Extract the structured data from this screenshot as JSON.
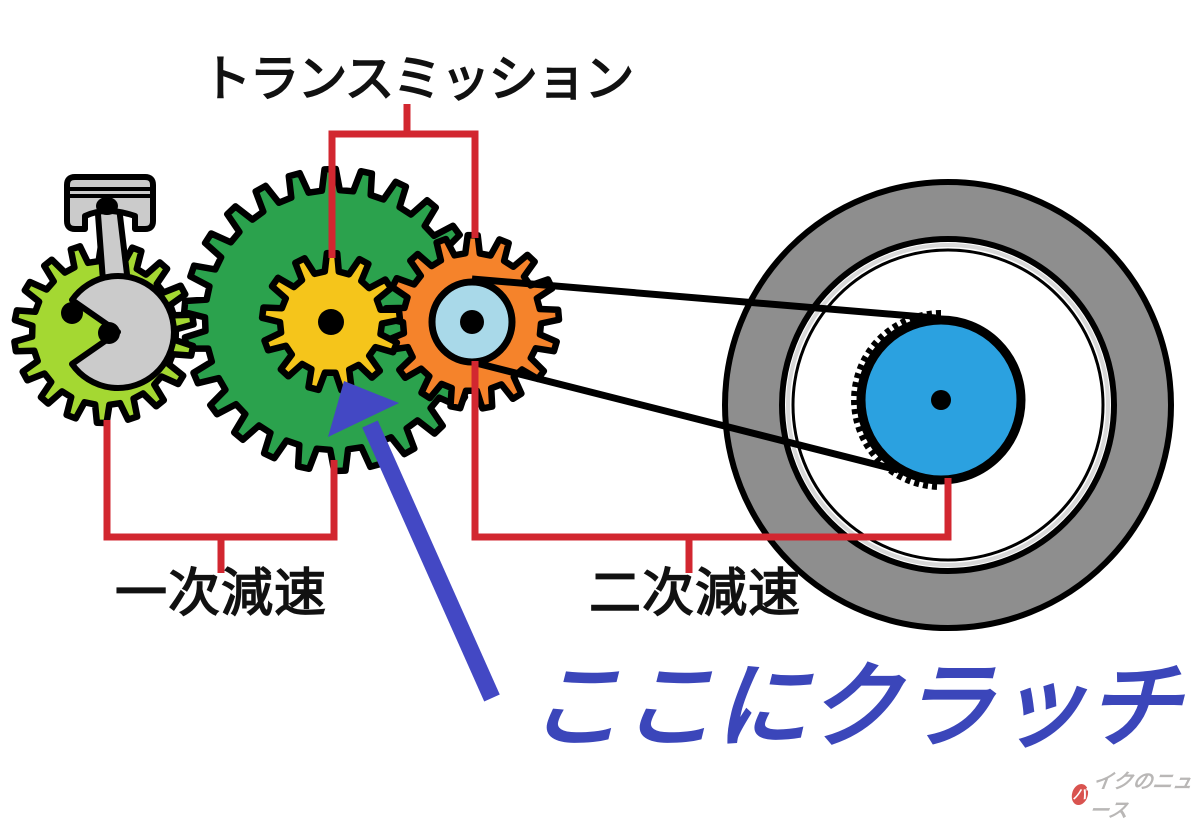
{
  "labels": {
    "transmission": "トランスミッション",
    "primary_reduction": "一次減速",
    "secondary_reduction": "二次減速",
    "clutch_note": "ここにクラッチ"
  },
  "watermark": {
    "badge": "バ",
    "text": "イクのニュース"
  },
  "palette": {
    "background": "#ffffff",
    "outline": "#000000",
    "label_text": "#111111",
    "connector_red": "#d22730",
    "annotation_blue": "#3b46ba",
    "arrow_blue": "#4348c4",
    "engine_gear": "#a4d832",
    "primary_gear": "#2ba24d",
    "transmission_gear": "#f5c51b",
    "output_gear": "#f5832b",
    "front_sprocket": "#a9d9e9",
    "rear_sprocket": "#2ba1e0",
    "tire": "#8e8e8e",
    "rim_silver": "#d8d8d8",
    "metal": "#cbcbcb",
    "watermark_red": "#d9534f",
    "watermark_gray": "#b9b7b6"
  }
}
